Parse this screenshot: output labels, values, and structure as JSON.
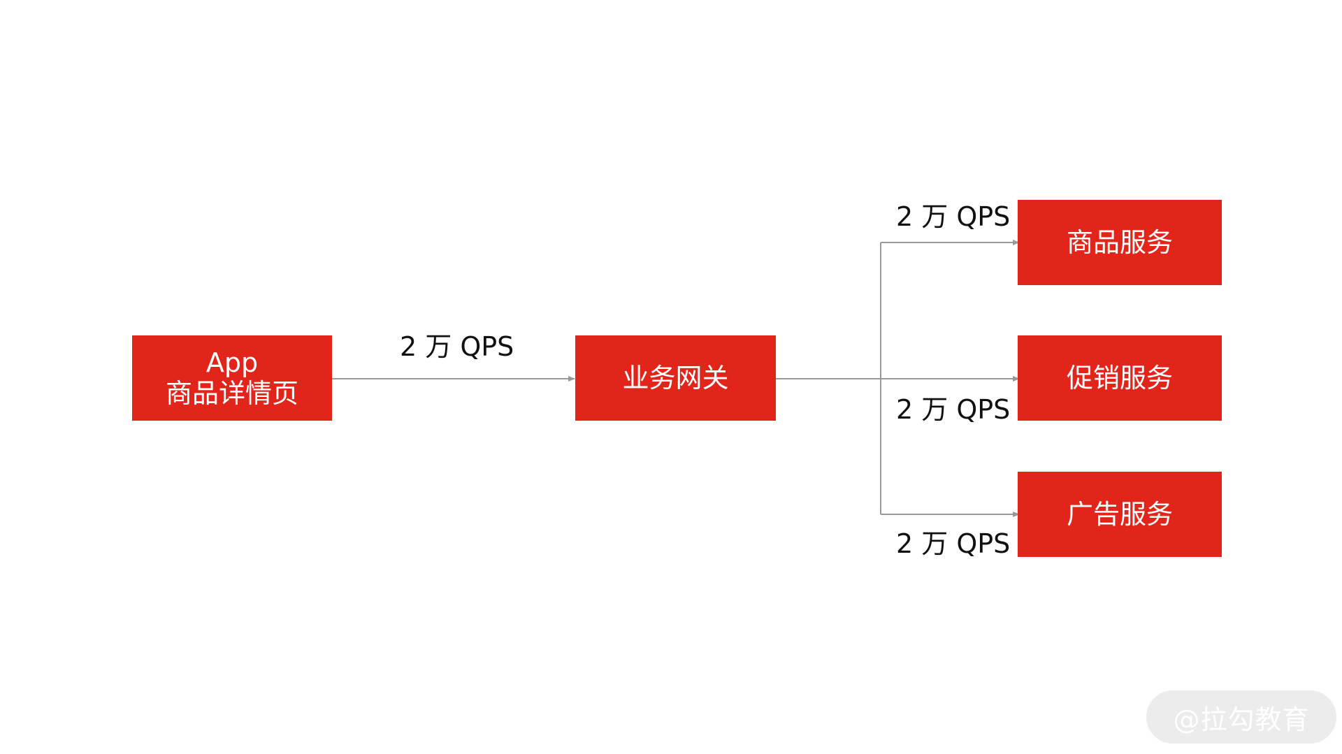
{
  "colors": {
    "box": "#e1251b",
    "box_text": "#ffffff",
    "label_text": "#111111",
    "connector": "#999999",
    "watermark_bg": "#ececec"
  },
  "nodes": {
    "app": {
      "line1": "App",
      "line2": "商品详情页"
    },
    "gateway": {
      "label": "业务网关"
    },
    "product_service": {
      "label": "商品服务"
    },
    "promotion_service": {
      "label": "促销服务"
    },
    "ad_service": {
      "label": "广告服务"
    }
  },
  "edges": {
    "app_to_gateway": "2 万 QPS",
    "gateway_to_product": "2 万 QPS",
    "gateway_to_promotion": "2 万 QPS",
    "gateway_to_ad": "2 万 QPS"
  },
  "watermark": "@拉勾教育"
}
